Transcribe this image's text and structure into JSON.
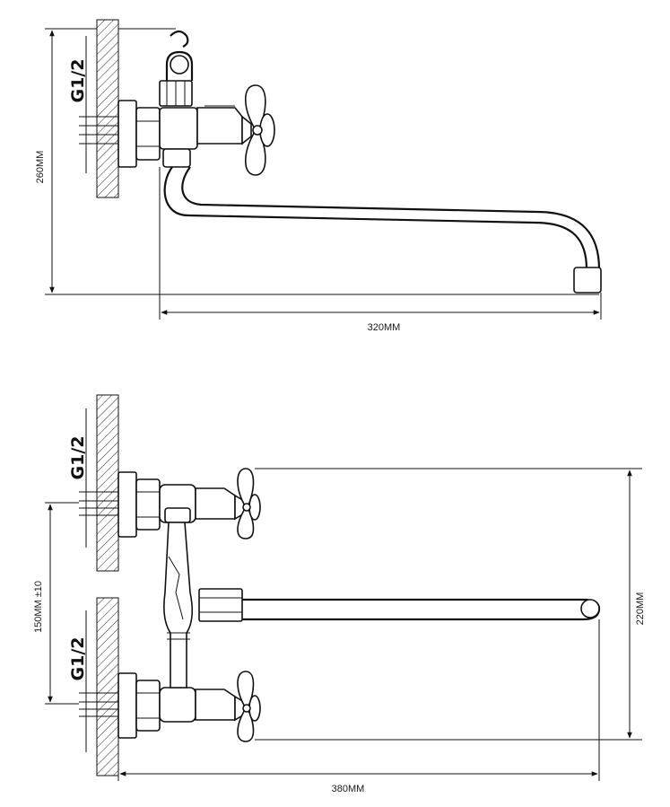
{
  "diagram": {
    "side_view": {
      "thread_label": "G1/2",
      "height_label": "260MM",
      "spout_length_label": "320MM"
    },
    "front_view": {
      "upper_thread_label": "G1/2",
      "lower_thread_label": "G1/2",
      "center_distance_label": "150MM ±10",
      "height_label": "220MM",
      "spout_length_label": "380MM"
    }
  },
  "colors": {
    "line": "#111111",
    "background": "#ffffff"
  }
}
